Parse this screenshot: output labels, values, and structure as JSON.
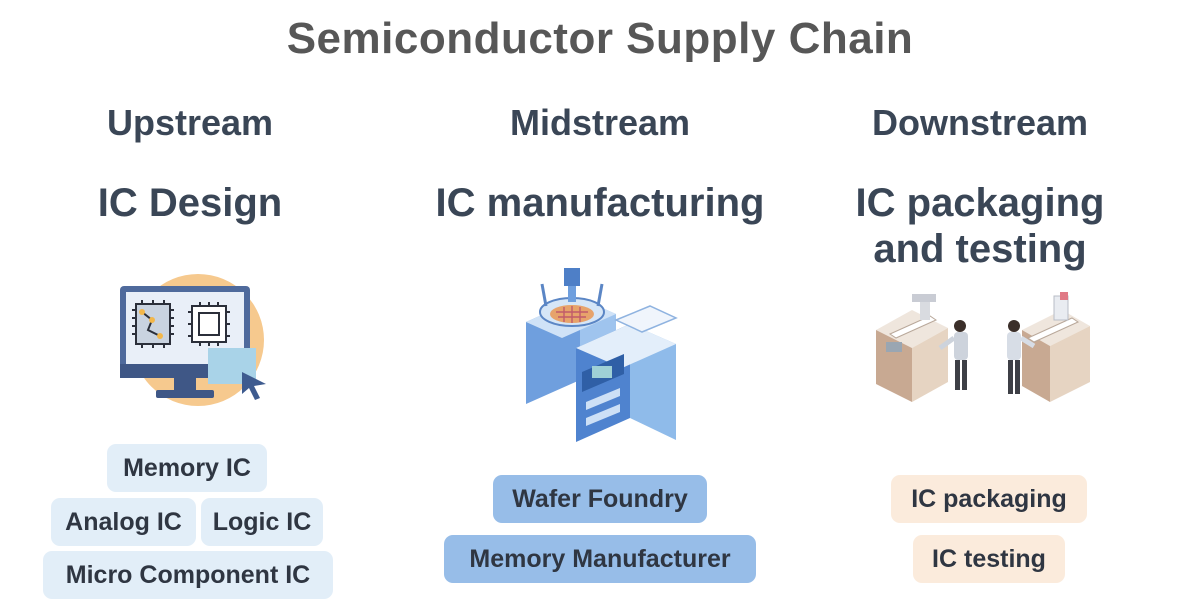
{
  "title": "Semiconductor Supply Chain",
  "columns": [
    {
      "stage": "Upstream",
      "heading": "IC Design",
      "illustration": "computer-chip-design-icon",
      "items": [
        "Memory IC",
        "Analog IC",
        "Logic IC",
        "Micro Component IC"
      ],
      "chip_color": "#e2eef8"
    },
    {
      "stage": "Midstream",
      "heading": "IC manufacturing",
      "illustration": "wafer-fab-machine-icon",
      "items": [
        "Wafer Foundry",
        "Memory Manufacturer"
      ],
      "chip_color": "#97bde8"
    },
    {
      "stage": "Downstream",
      "heading_lines": [
        "IC packaging",
        "and testing"
      ],
      "illustration": "packaging-testing-workers-icon",
      "items": [
        "IC packaging",
        "IC testing"
      ],
      "chip_color": "#fbebdc"
    }
  ]
}
